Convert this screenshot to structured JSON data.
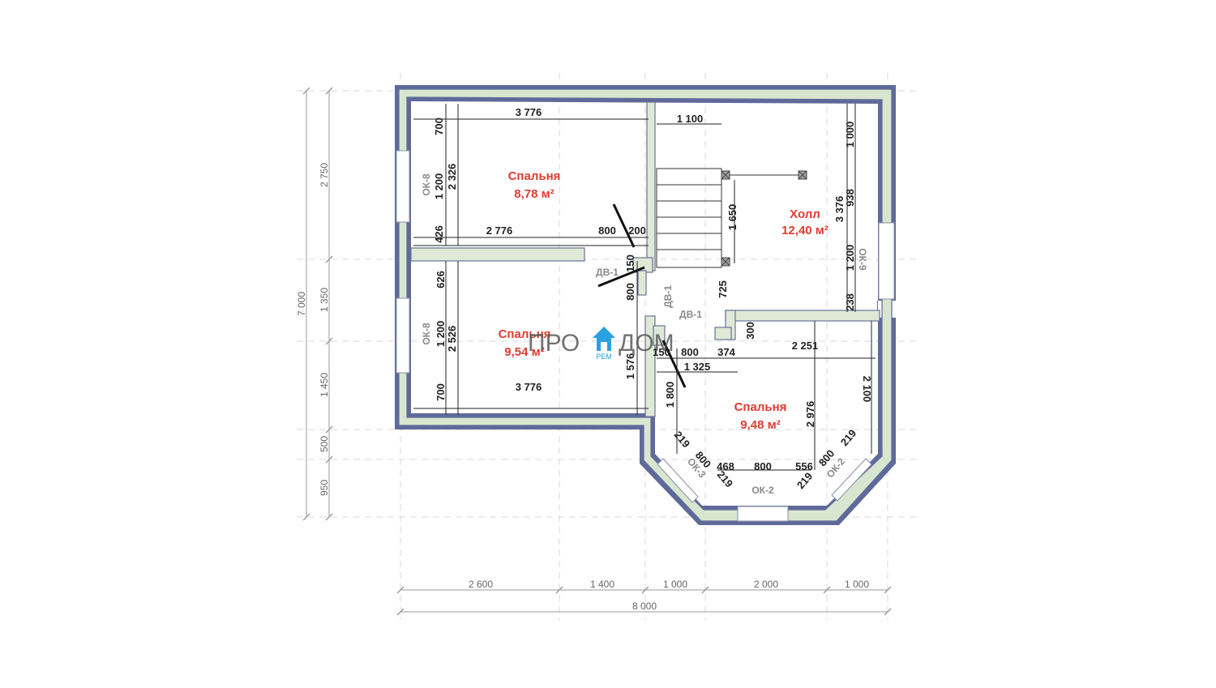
{
  "colors": {
    "room_label": "#e03c31",
    "wall": "#5f6a9a",
    "insulation": "#d8e6cf",
    "logo_blue": "#2aa0e0"
  },
  "rooms": {
    "bedroom1": {
      "name": "Спальня",
      "area": "8,78 м²"
    },
    "bedroom2": {
      "name": "Спальня",
      "area": "9,54 м²"
    },
    "bedroom3": {
      "name": "Спальня",
      "area": "9,48 м²"
    },
    "hall": {
      "name": "Холл",
      "area": "12,40 м²"
    }
  },
  "tags": {
    "ok8_top": "ОК-8",
    "ok8_bottom": "ОК-8",
    "ok9": "ОК-9",
    "ok3": "ОК-3",
    "ok2_side": "ОК-2",
    "ok2_bottom": "ОК-2",
    "dv1_a": "ДВ-1",
    "dv1_b": "ДВ-1",
    "dv1_c": "ДВ-1"
  },
  "dims_left": {
    "d2750": "2 750",
    "d1350": "1 350",
    "d1450": "1 450",
    "d500": "500",
    "d950": "950",
    "d7000": "7 000"
  },
  "dims_bottom": {
    "d2600": "2 600",
    "d1400": "1 400",
    "d1000a": "1 000",
    "d2000": "2 000",
    "d1000b": "1 000",
    "d8000": "8 000"
  },
  "dims_inner": {
    "top_3776": "3 776",
    "top_1100": "1 100",
    "v700_top": "700",
    "v1200_top": "1 200",
    "v2326": "2 326",
    "v426": "426",
    "h2776": "2 776",
    "h800_door": "800",
    "h200": "200",
    "v150_door": "150",
    "v1650": "1 650",
    "v1000": "1 000",
    "v3376": "3 376",
    "v938": "938",
    "v1200_hall": "1 200",
    "v238": "238",
    "v626": "626",
    "v1200_mid": "1 200",
    "v2526": "2 526",
    "v800_door": "800",
    "v725": "725",
    "v1576": "1 576",
    "h3776_bottom": "3 776",
    "v700_bottom": "700",
    "v300": "300",
    "h150": "150",
    "h800_b3": "800",
    "h374": "374",
    "h2251": "2 251",
    "h1325": "1 325",
    "v1800": "1 800",
    "v2976": "2 976",
    "v2100": "2 100",
    "d219_a": "219",
    "d800_a": "800",
    "d219_b": "219",
    "h468": "468",
    "h800_bay": "800",
    "h556": "556",
    "d219_c": "219",
    "d800_c": "800",
    "d219_d": "219"
  },
  "watermark": {
    "left": "ПРО",
    "right": "ДОМ",
    "sub": "РЕМ"
  }
}
